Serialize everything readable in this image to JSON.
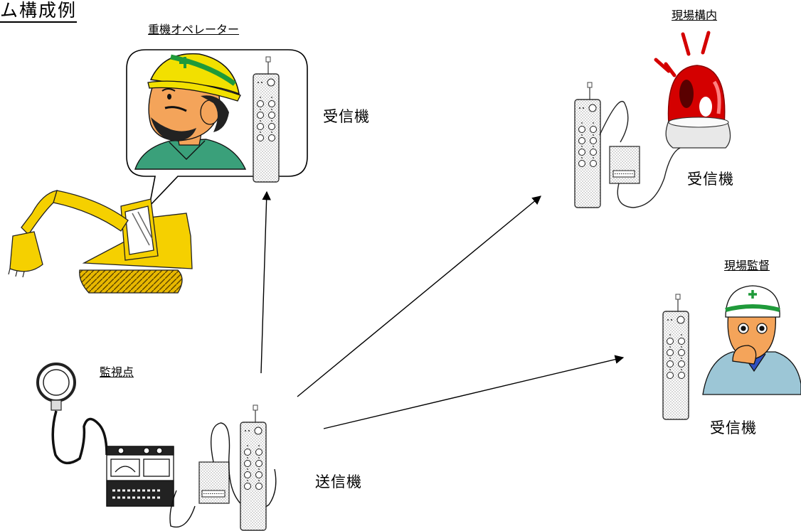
{
  "title": "ム構成例",
  "labels": {
    "operator": "重機オペレーター",
    "site": "現場構内",
    "supervisor": "現場監督",
    "monitor_point": "監視点",
    "receiver_operator": "受信機",
    "receiver_site": "受信機",
    "receiver_supervisor": "受信機",
    "transmitter": "送信機"
  },
  "colors": {
    "excavator": "#f5d000",
    "helmet_yellow": "#f2e000",
    "helmet_stripe": "#1f9a3a",
    "shirt": "#3aa07a",
    "skin": "#f4a45a",
    "lamp_red": "#d40000",
    "uniform": "#9cc6d6"
  }
}
